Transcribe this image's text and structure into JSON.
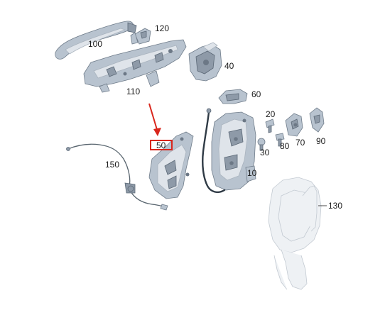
{
  "diagram": {
    "callouts": [
      {
        "id": "100",
        "label": "100"
      },
      {
        "id": "120",
        "label": "120"
      },
      {
        "id": "40",
        "label": "40"
      },
      {
        "id": "110",
        "label": "110"
      },
      {
        "id": "60",
        "label": "60"
      },
      {
        "id": "20",
        "label": "20"
      },
      {
        "id": "30",
        "label": "30"
      },
      {
        "id": "80",
        "label": "80"
      },
      {
        "id": "70",
        "label": "70"
      },
      {
        "id": "90",
        "label": "90"
      },
      {
        "id": "50",
        "label": "50"
      },
      {
        "id": "10",
        "label": "10"
      },
      {
        "id": "150",
        "label": "150"
      },
      {
        "id": "130",
        "label": "130"
      }
    ],
    "highlighted_part": "50",
    "colors": {
      "highlight": "#d9261c",
      "part": "#b8c3cf",
      "part_outline": "#6f7c8a",
      "ghost_part": "#eef1f4",
      "cable": "#2f3a45"
    }
  }
}
